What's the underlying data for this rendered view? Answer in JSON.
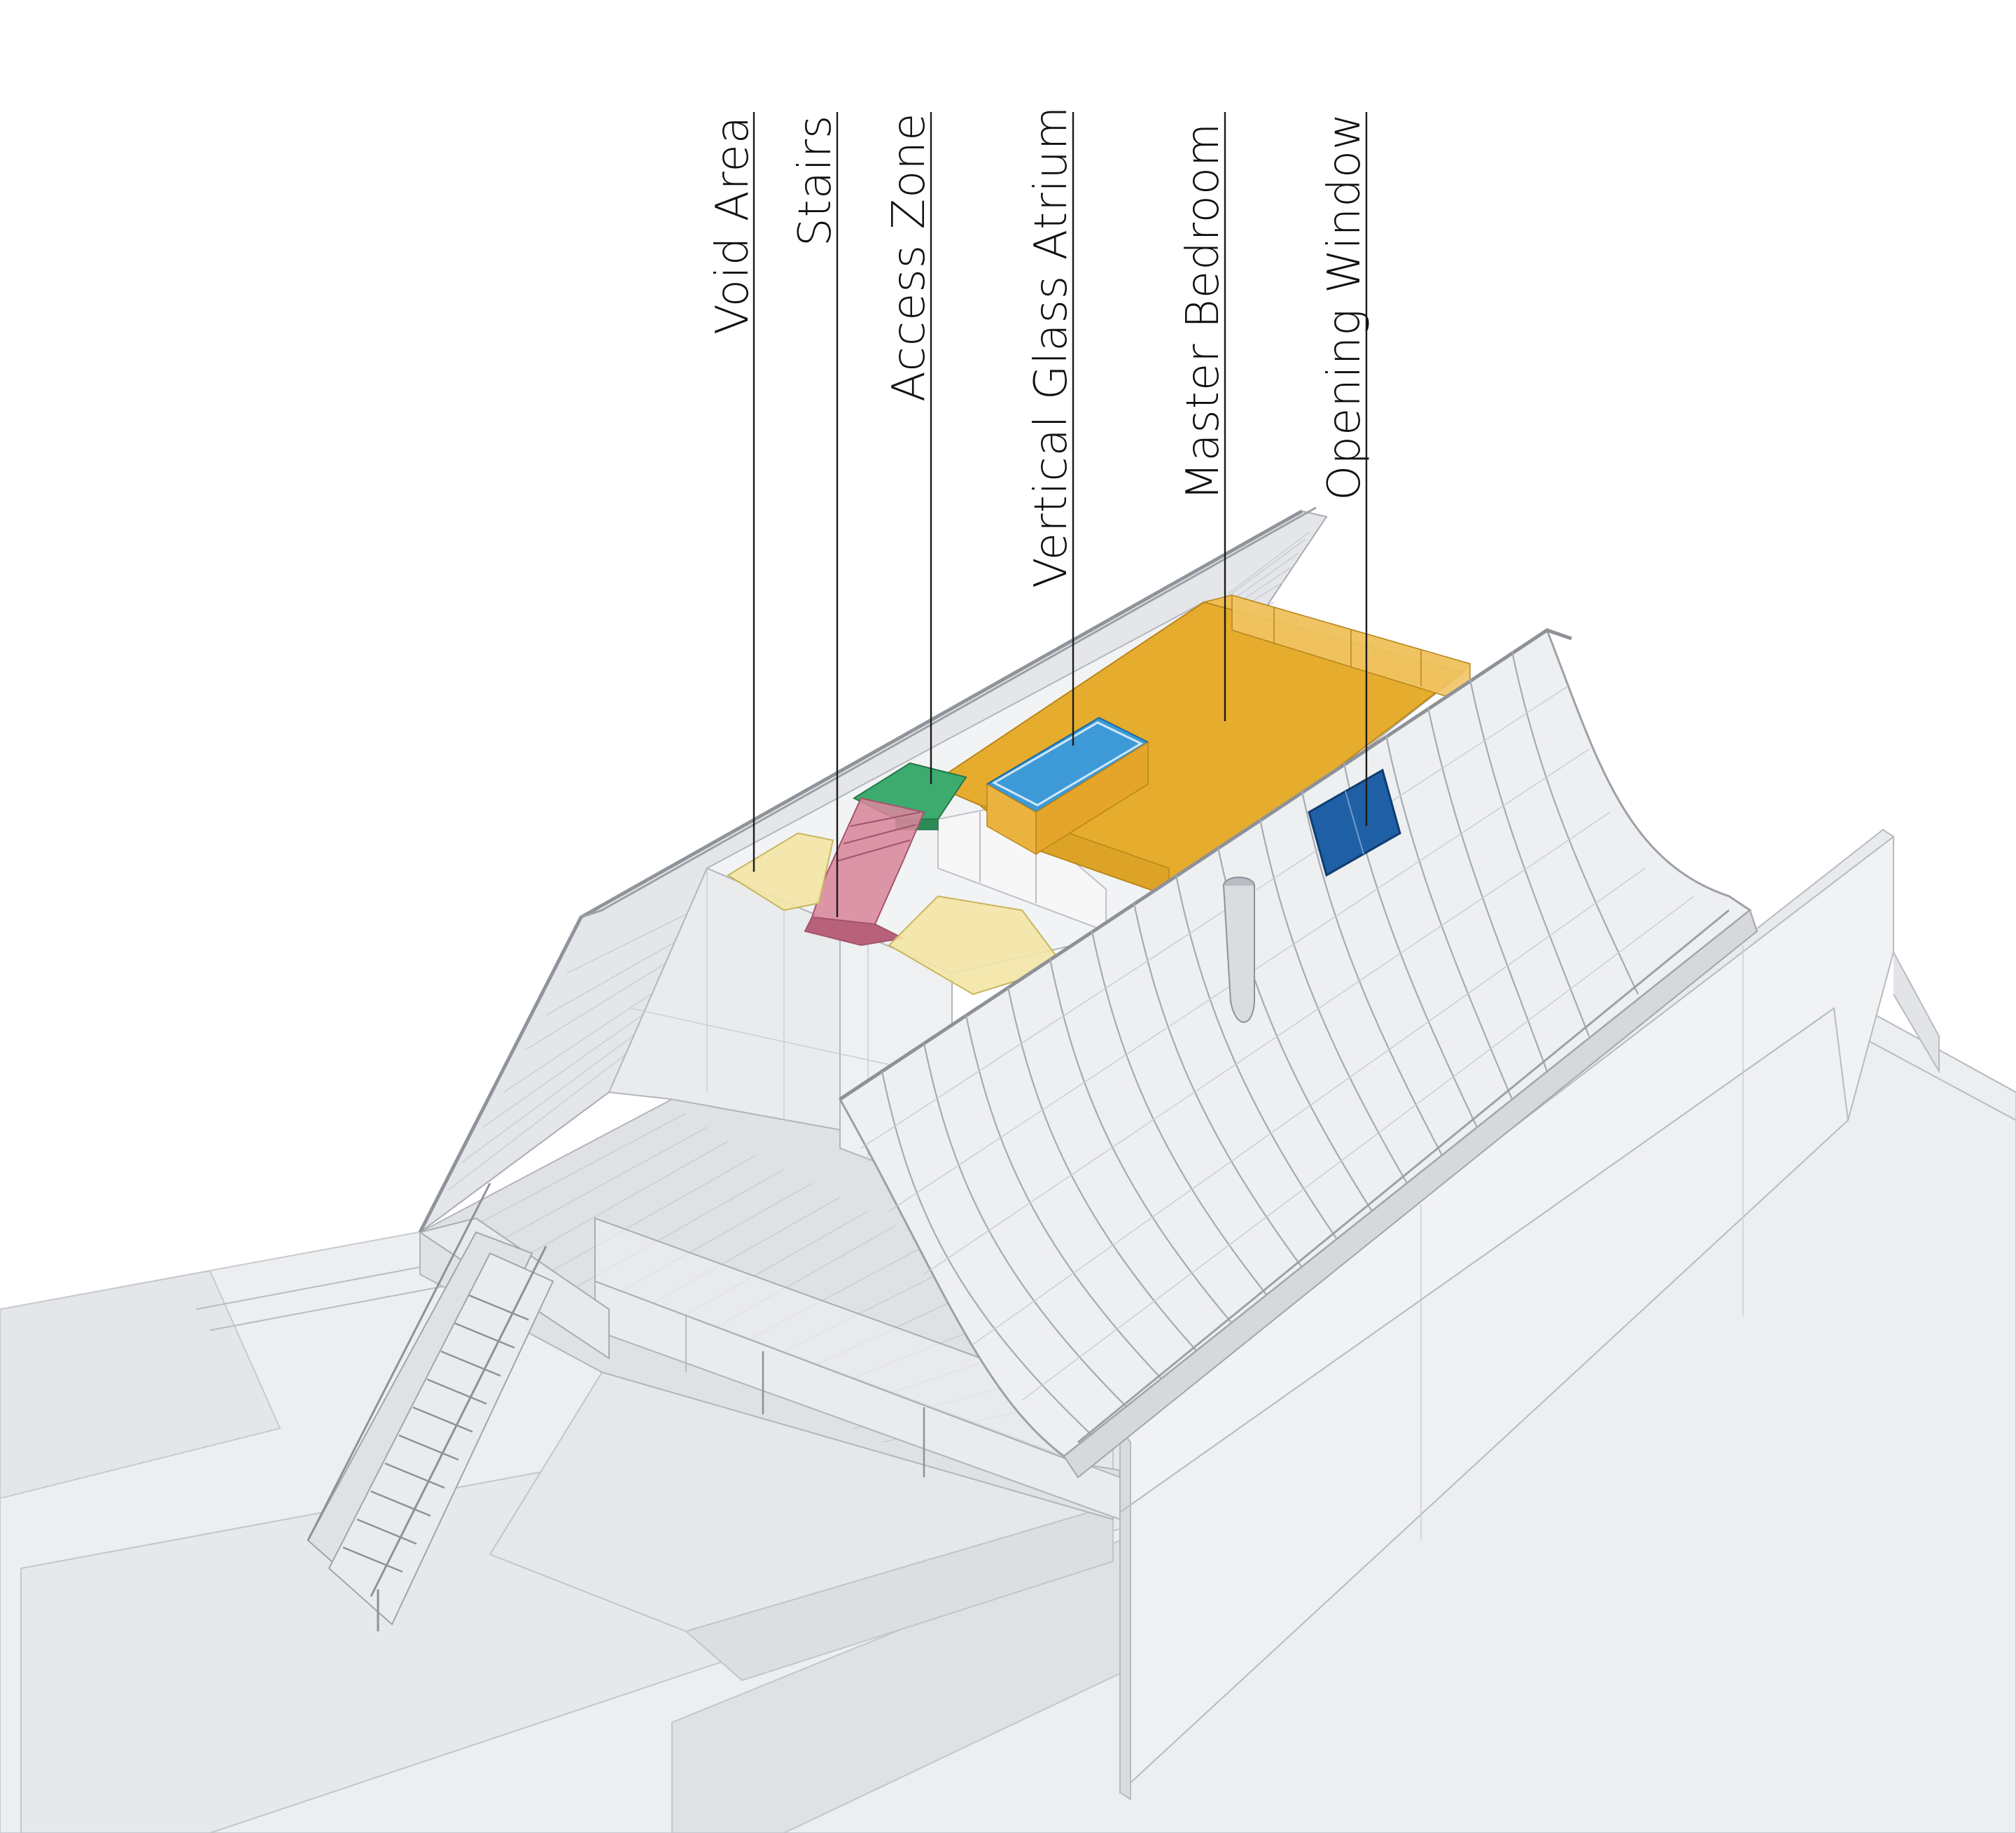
{
  "labels": [
    {
      "id": "void-area",
      "text": "Void Area"
    },
    {
      "id": "stairs",
      "text": "Stairs"
    },
    {
      "id": "access-zone",
      "text": "Access Zone"
    },
    {
      "id": "vertical-glass-atrium",
      "text": "Vertical Glass Atrium"
    },
    {
      "id": "master-bedroom",
      "text": "Master Bedroom"
    },
    {
      "id": "opening-window",
      "text": "Opening Window"
    }
  ],
  "zone_colors": {
    "void_area": "#f3e6a6",
    "stairs": "#d8869c",
    "access_zone": "#3dab6e",
    "vertical_glass_atrium": "#3e9ad6",
    "master_bedroom": "#e6ac2e",
    "opening_window": "#1f5fa5"
  },
  "model_colors": {
    "surface_light": "#eeeff1",
    "surface_mid": "#e2e4e7",
    "surface_shade": "#d3d6da",
    "edge": "#b9bcc2"
  }
}
